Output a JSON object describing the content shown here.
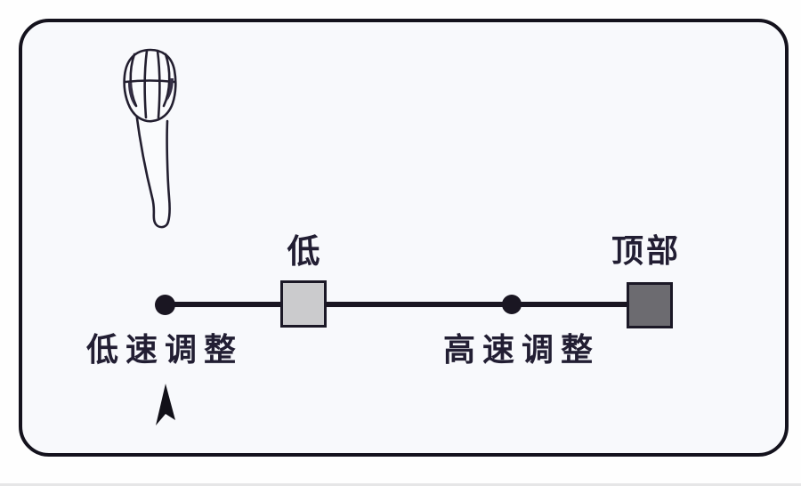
{
  "diagram": {
    "description": "Derailleur limit screw adjustment diagram with shift lever illustration",
    "labels": {
      "low_limit": "低",
      "top_limit": "顶部",
      "low_speed_adjust": "低速调整",
      "high_speed_adjust": "高速调整"
    },
    "colors": {
      "frame_border": "#14121d",
      "frame_background": "#f8f9fc",
      "line_and_dots": "#1a1622",
      "text": "#221e33",
      "low_square_fill": "#cbcbcd",
      "top_square_fill": "#6c6b70",
      "arrow_fill": "#111018"
    },
    "icons": {
      "shift_lever": "line-art shift lever / adjustment tool, top-left",
      "pointer_arrow": "solid upward pointer below low-speed label"
    }
  }
}
